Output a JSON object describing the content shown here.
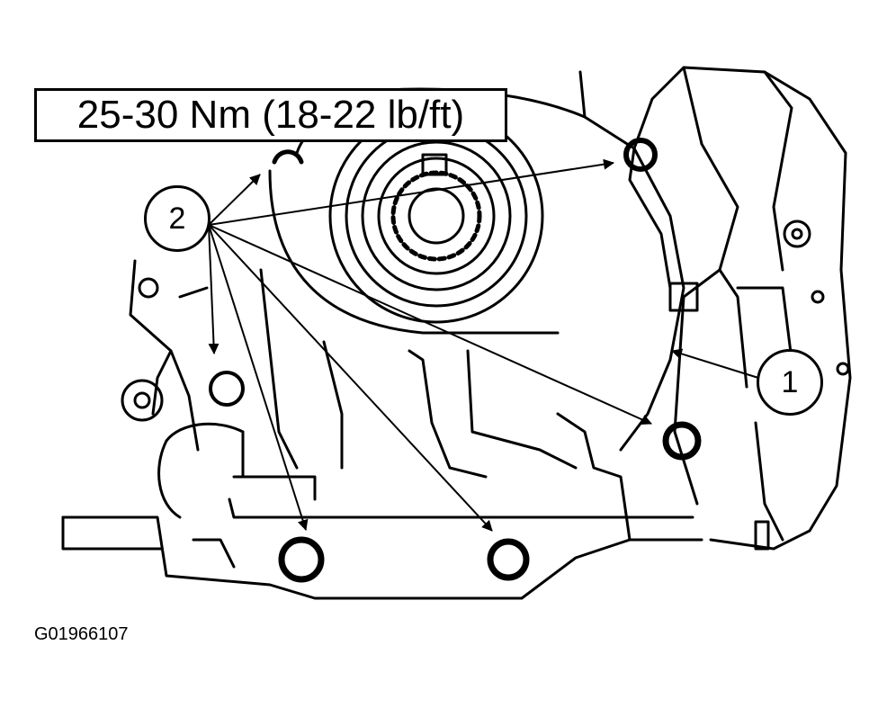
{
  "torque_spec": "25-30 Nm (18-22 lb/ft)",
  "callouts": {
    "bolts": "2",
    "cover": "1"
  },
  "figure_id": "G01966107"
}
